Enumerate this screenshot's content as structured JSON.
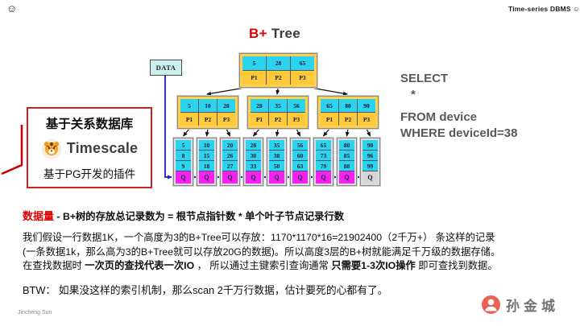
{
  "header": {
    "emoji": "☺",
    "brand": "Time-series DBMS",
    "brand_emoji": "☺"
  },
  "title": {
    "red_part": "B+",
    "dark_part": " Tree"
  },
  "tree": {
    "data_box_label": "DATA",
    "root": {
      "keys": [
        "5",
        "28",
        "65"
      ],
      "pointers": [
        "P1",
        "P2",
        "P3"
      ]
    },
    "internal": [
      {
        "keys": [
          "5",
          "10",
          "20"
        ],
        "pointers": [
          "P1",
          "P2",
          "P3"
        ]
      },
      {
        "keys": [
          "28",
          "35",
          "56"
        ],
        "pointers": [
          "P1",
          "P2",
          "P3"
        ]
      },
      {
        "keys": [
          "65",
          "80",
          "90"
        ],
        "pointers": [
          "P1",
          "P2",
          "P3"
        ]
      }
    ],
    "leaves": [
      {
        "keys": [
          "5",
          "8",
          "9"
        ],
        "q": "Q",
        "q_gray": false
      },
      {
        "keys": [
          "10",
          "15",
          "18"
        ],
        "q": "Q",
        "q_gray": false
      },
      {
        "keys": [
          "20",
          "26",
          "27"
        ],
        "q": "Q",
        "q_gray": false
      },
      {
        "keys": [
          "28",
          "30",
          "33"
        ],
        "q": "Q",
        "q_gray": false
      },
      {
        "keys": [
          "35",
          "38",
          "50"
        ],
        "q": "Q",
        "q_gray": false
      },
      {
        "keys": [
          "56",
          "60",
          "63"
        ],
        "q": "Q",
        "q_gray": false
      },
      {
        "keys": [
          "65",
          "73",
          "79"
        ],
        "q": "Q",
        "q_gray": false
      },
      {
        "keys": [
          "80",
          "85",
          "88"
        ],
        "q": "Q",
        "q_gray": false
      },
      {
        "keys": [
          "90",
          "96",
          "99"
        ],
        "q": "Q",
        "q_gray": true
      }
    ]
  },
  "left_panel": {
    "line1": "基于关系数据库",
    "brand": "Timescale",
    "logo_icon": "tiger-logo-icon",
    "line2": "基于PG开发的插件"
  },
  "sql": {
    "lines": [
      "SELECT",
      "*",
      "FROM device",
      "WHERE deviceId=38"
    ]
  },
  "notes": {
    "headline": {
      "label": "数据量",
      "text": " - B+树的存放总记录数为 = 根节点指针数 * 单个叶子节点记录行数"
    },
    "para": [
      "我们假设一行数据1K，一个高度为3的B+Tree可以存放：1170*1170*16=21902400（2千万+） 条这样的记录",
      "(一条数据1k，那么高为3的B+Tree就可以存放20G的数据)。所以高度3层的B+树就能满足千万级的数据存储。"
    ],
    "line3": {
      "seg1": "在查找数据时 ",
      "bold1": "一次页的查找代表一次IO",
      "seg2": " ， 所以通过主键索引查询通常 ",
      "bold2": "只需要1-3次IO操作",
      "seg3": " 即可查找到数据。"
    },
    "btw": "BTW： 如果没这样的索引机制，那么scan 2千万行数据，估计要死的心都有了。"
  },
  "footer": {
    "author_en": "Jincheng Sun",
    "author_cn": "孙金城"
  },
  "colors": {
    "key_cell": "#2ad4f0",
    "pointer_cell": "#ffc93a",
    "q_cell": "#f322f3",
    "q_cell_last": "#d6d6d6",
    "accent_red": "#e00000",
    "linked_list_blue": "#1c1ccc",
    "panel_border_red": "#cf1f1f"
  }
}
